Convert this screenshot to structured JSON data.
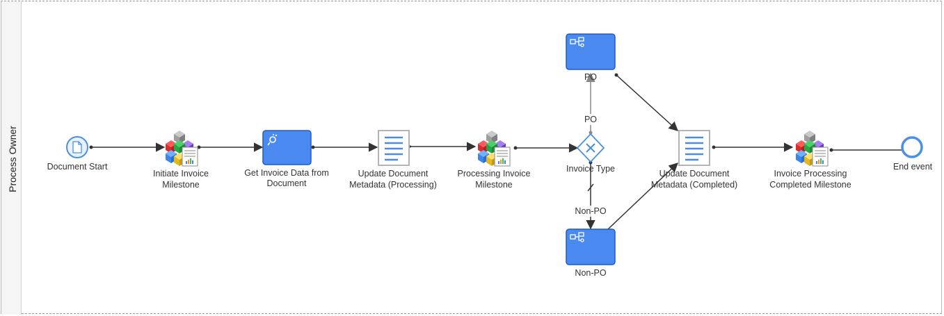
{
  "lane": {
    "title": "Process Owner"
  },
  "nodes": {
    "document_start": {
      "label": "Document Start"
    },
    "initiate_invoice_milestone": {
      "label_line1": "Initiate Invoice",
      "label_line2": "Milestone"
    },
    "get_invoice_data": {
      "label_line1": "Get Invoice Data from",
      "label_line2": "Document"
    },
    "update_doc_processing": {
      "label_line1": "Update Document",
      "label_line2": "Metadata (Processing)"
    },
    "processing_invoice_milestone": {
      "label_line1": "Processing Invoice",
      "label_line2": "Milestone"
    },
    "invoice_type": {
      "label": "Invoice Type"
    },
    "po": {
      "label": "PO"
    },
    "non_po": {
      "label": "Non-PO"
    },
    "update_doc_completed": {
      "label_line1": "Update Document",
      "label_line2": "Metadata (Completed)"
    },
    "invoice_processing_completed": {
      "label_line1": "Invoice Processing",
      "label_line2": "Completed Milestone"
    },
    "end_event": {
      "label": "End event"
    }
  },
  "flows": {
    "po_branch_label": "PO",
    "non_po_branch_label": "Non-PO"
  },
  "colors": {
    "task_blue": "#4a8af0",
    "task_border": "#1e5bc6",
    "event_blue": "#4a90e2",
    "line": "#333333",
    "doc_line": "#4a8ae8"
  }
}
